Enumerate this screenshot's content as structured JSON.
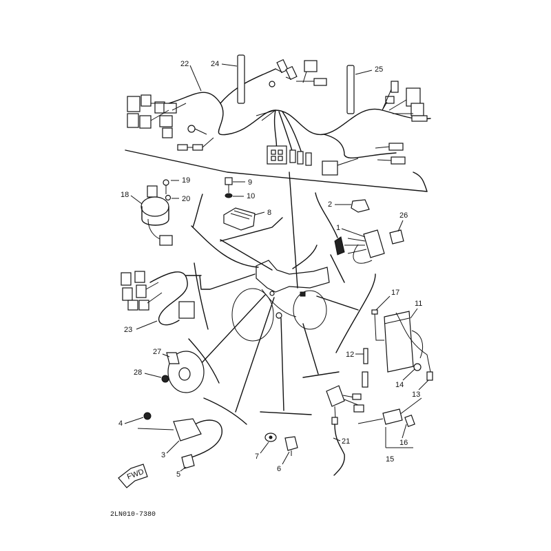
{
  "diagram": {
    "code": "2LN010-7380",
    "fwd_label": "FWD",
    "labels": {
      "p1": "1",
      "p2": "2",
      "p3": "3",
      "p4": "4",
      "p5": "5",
      "p6": "6",
      "p7": "7",
      "p8": "8",
      "p9": "9",
      "p10": "10",
      "p11": "11",
      "p12": "12",
      "p13": "13",
      "p14": "14",
      "p15": "15",
      "p16": "16",
      "p17": "17",
      "p18": "18",
      "p19": "19",
      "p20": "20",
      "p21": "21",
      "p22": "22",
      "p23": "23",
      "p24": "24",
      "p25": "25",
      "p26": "26",
      "p27": "27",
      "p28": "28"
    }
  }
}
